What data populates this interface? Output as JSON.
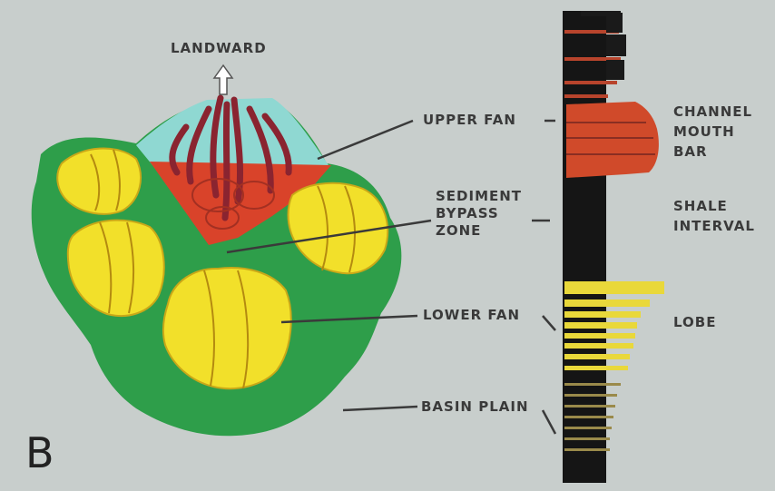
{
  "panel_letter": "B",
  "labels": {
    "landward": "LANDWARD",
    "upper_fan": "UPPER FAN",
    "sediment_bypass_zone": [
      "SEDIMENT",
      "BYPASS",
      "ZONE"
    ],
    "lower_fan": "LOWER FAN",
    "basin_plain": "BASIN PLAIN",
    "channel_mouth_bar": [
      "CHANNEL",
      "MOUTH",
      "BAR"
    ],
    "shale_interval": [
      "SHALE",
      "INTERVAL"
    ],
    "lobe": "LOBE"
  },
  "colors": {
    "background": "#c8cecc",
    "basin_green": "#2e9e4a",
    "slope_cyan": "#8fd8d2",
    "upper_fan_red": "#d9432a",
    "channel_dark_red": "#8a2430",
    "lobe_yellow": "#f2e02a",
    "column_black": "#151515"
  }
}
